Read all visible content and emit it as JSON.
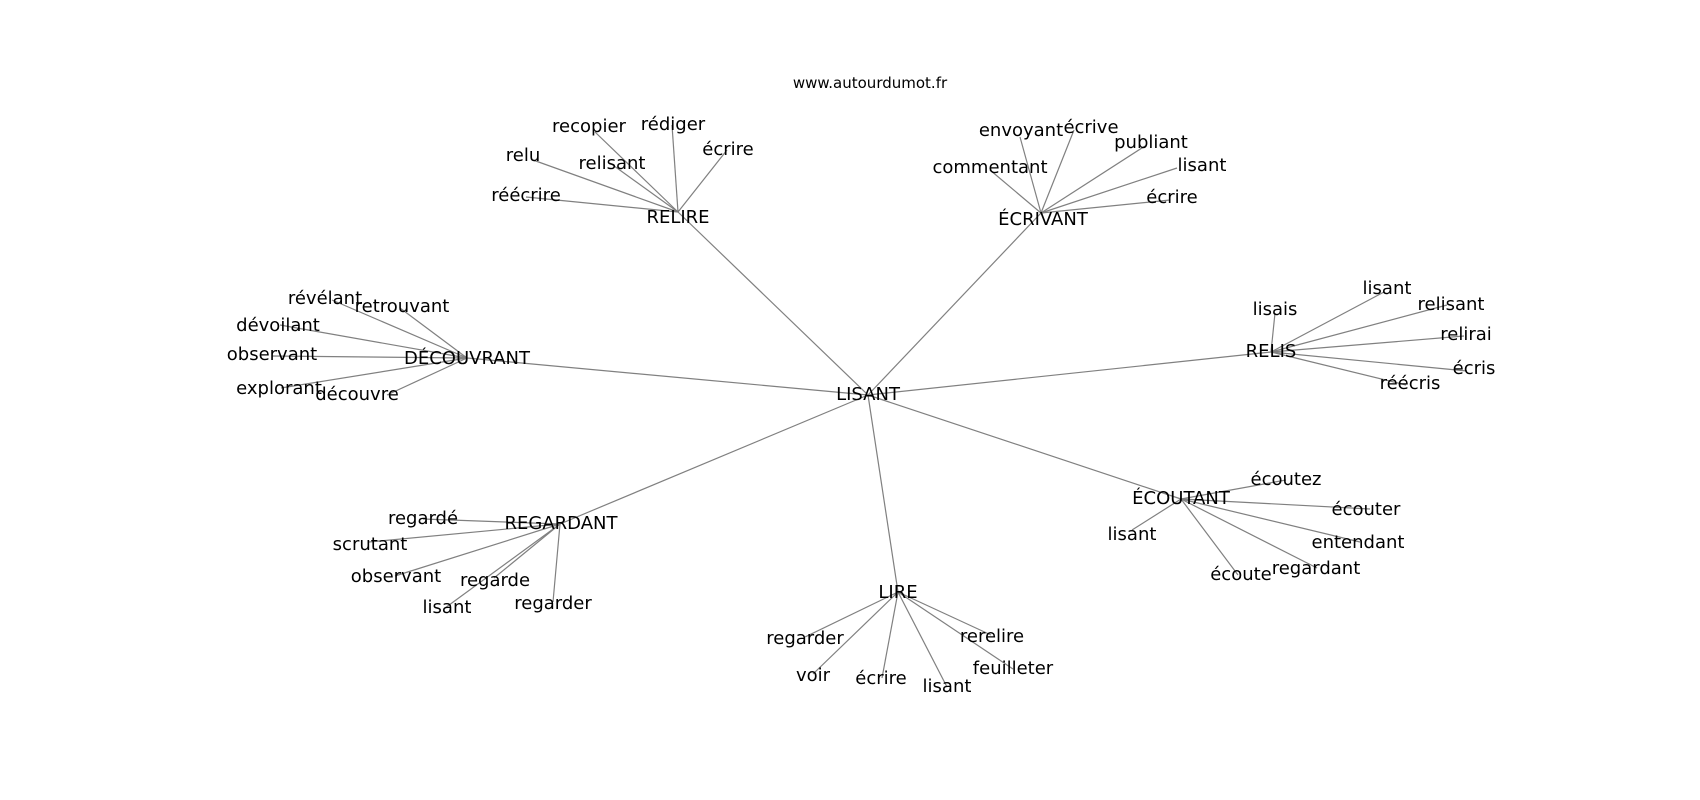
{
  "source": "www.autourdumot.fr",
  "center": "LISANT",
  "hubs": [
    {
      "label": "RELIRE",
      "words": [
        "recopier",
        "rédiger",
        "écrire",
        "relu",
        "relisant",
        "réécrire"
      ]
    },
    {
      "label": "ÉCRIVANT",
      "words": [
        "envoyant",
        "écrive",
        "publiant",
        "commentant",
        "lisant",
        "écrire"
      ]
    },
    {
      "label": "DÉCOUVRANT",
      "words": [
        "révélant",
        "retrouvant",
        "dévoilant",
        "observant",
        "explorant",
        "découvre"
      ]
    },
    {
      "label": "RELIS",
      "words": [
        "lisais",
        "lisant",
        "relisant",
        "relirai",
        "écris",
        "réécris"
      ]
    },
    {
      "label": "REGARDANT",
      "words": [
        "regardé",
        "scrutant",
        "observant",
        "regarde",
        "lisant",
        "regarder"
      ]
    },
    {
      "label": "ÉCOUTANT",
      "words": [
        "écoutez",
        "écouter",
        "lisant",
        "entendant",
        "écoute",
        "regardant"
      ]
    },
    {
      "label": "LIRE",
      "words": [
        "regarder",
        "rerelire",
        "feuilleter",
        "voir",
        "écrire",
        "lisant"
      ]
    }
  ]
}
